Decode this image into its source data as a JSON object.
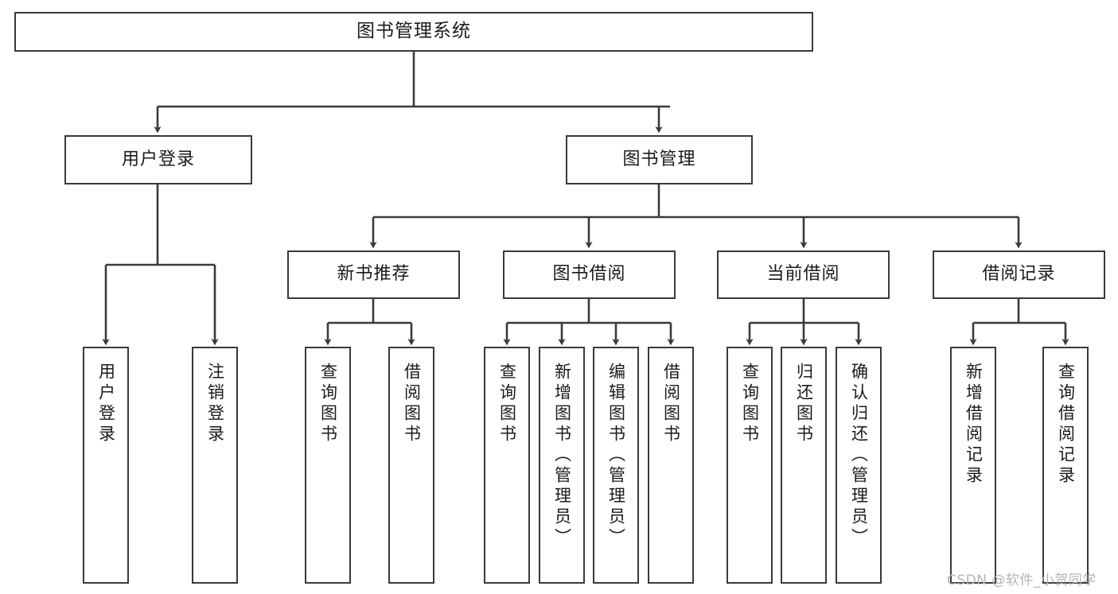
{
  "diagram": {
    "title": "图书管理系统",
    "type": "tree-hierarchy-chart",
    "root": {
      "label": "图书管理系统"
    },
    "level2": [
      {
        "label": "用户登录"
      },
      {
        "label": "图书管理"
      }
    ],
    "level3": [
      {
        "label": "新书推荐"
      },
      {
        "label": "图书借阅"
      },
      {
        "label": "当前借阅"
      },
      {
        "label": "借阅记录"
      }
    ],
    "leaves": {
      "user_login": [
        {
          "label": "用户登录"
        },
        {
          "label": "注销登录"
        }
      ],
      "new_book_recommend": [
        {
          "label": "查询图书"
        },
        {
          "label": "借阅图书"
        }
      ],
      "book_borrow": [
        {
          "label": "查询图书"
        },
        {
          "label": "新增图书（管理员）"
        },
        {
          "label": "编辑图书（管理员）"
        },
        {
          "label": "借阅图书"
        }
      ],
      "current_borrow": [
        {
          "label": "查询图书"
        },
        {
          "label": "归还图书"
        },
        {
          "label": "确认归还（管理员）"
        }
      ],
      "borrow_record": [
        {
          "label": "新增借阅记录"
        },
        {
          "label": "查询借阅记录"
        }
      ]
    }
  },
  "watermark": {
    "text": "CSDN @软件_小贺同学"
  },
  "colors": {
    "stroke": "#3a3a3a",
    "text": "#1b1b1b",
    "background": "#ffffff",
    "watermark": "#b4b4b4"
  }
}
